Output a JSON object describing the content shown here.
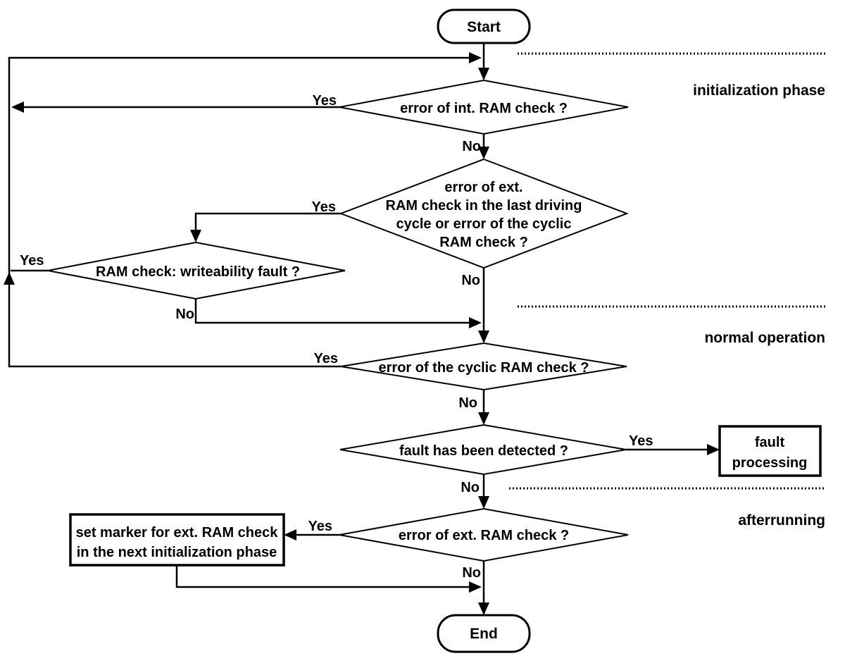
{
  "terminators": {
    "start": "Start",
    "end": "End"
  },
  "decisions": {
    "int_ram_check": "error of int. RAM check ?",
    "ext_ram_check": [
      "error of ext.",
      "RAM check in the last driving",
      "cycle or error of the cyclic",
      "RAM check ?"
    ],
    "writeability": "RAM check: writeability fault ?",
    "cyclic_ram_check": "error of the cyclic RAM check ?",
    "fault_detected": "fault has been detected ?",
    "ext_ram_check_after": "error of ext. RAM check ?"
  },
  "processes": {
    "fault_processing": [
      "fault",
      "processing"
    ],
    "set_marker": [
      "set marker for ext. RAM check",
      "in the next  initialization phase"
    ]
  },
  "branch_labels": {
    "yes": "Yes",
    "no": "No"
  },
  "phases": {
    "initialization": "initialization phase",
    "normal_operation": "normal operation",
    "afterrunning": "afterrunning"
  },
  "colors": {
    "stroke": "#000000",
    "fill": "#ffffff",
    "text": "#000000"
  }
}
